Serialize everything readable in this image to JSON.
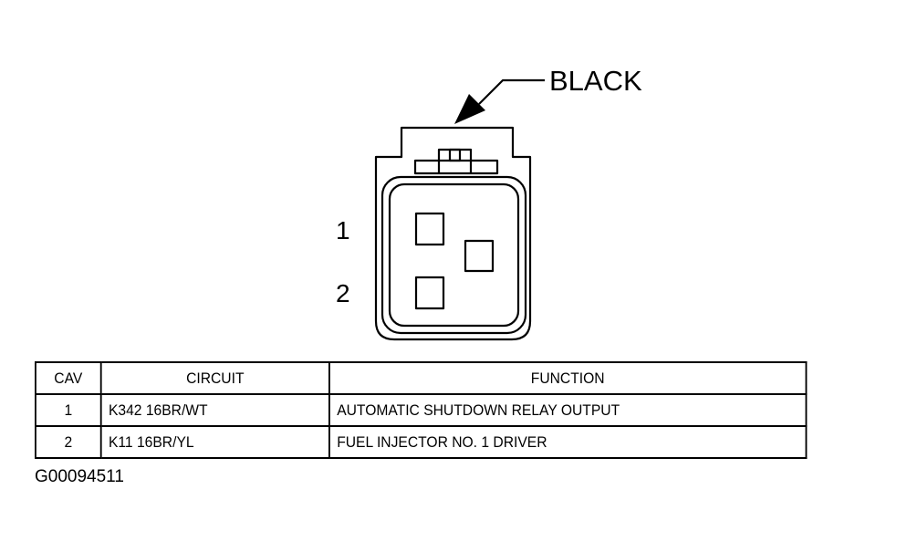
{
  "connector": {
    "color_label": "BLACK",
    "cavity_labels": [
      "1",
      "2"
    ]
  },
  "table": {
    "headers": {
      "cav": "CAV",
      "circuit": "CIRCUIT",
      "function": "FUNCTION"
    },
    "rows": [
      {
        "cav": "1",
        "circuit": "K342 16BR/WT",
        "function": "AUTOMATIC SHUTDOWN RELAY OUTPUT"
      },
      {
        "cav": "2",
        "circuit": "K11 16BR/YL",
        "function": "FUEL INJECTOR NO. 1 DRIVER"
      }
    ]
  },
  "figure_id": "G00094511"
}
